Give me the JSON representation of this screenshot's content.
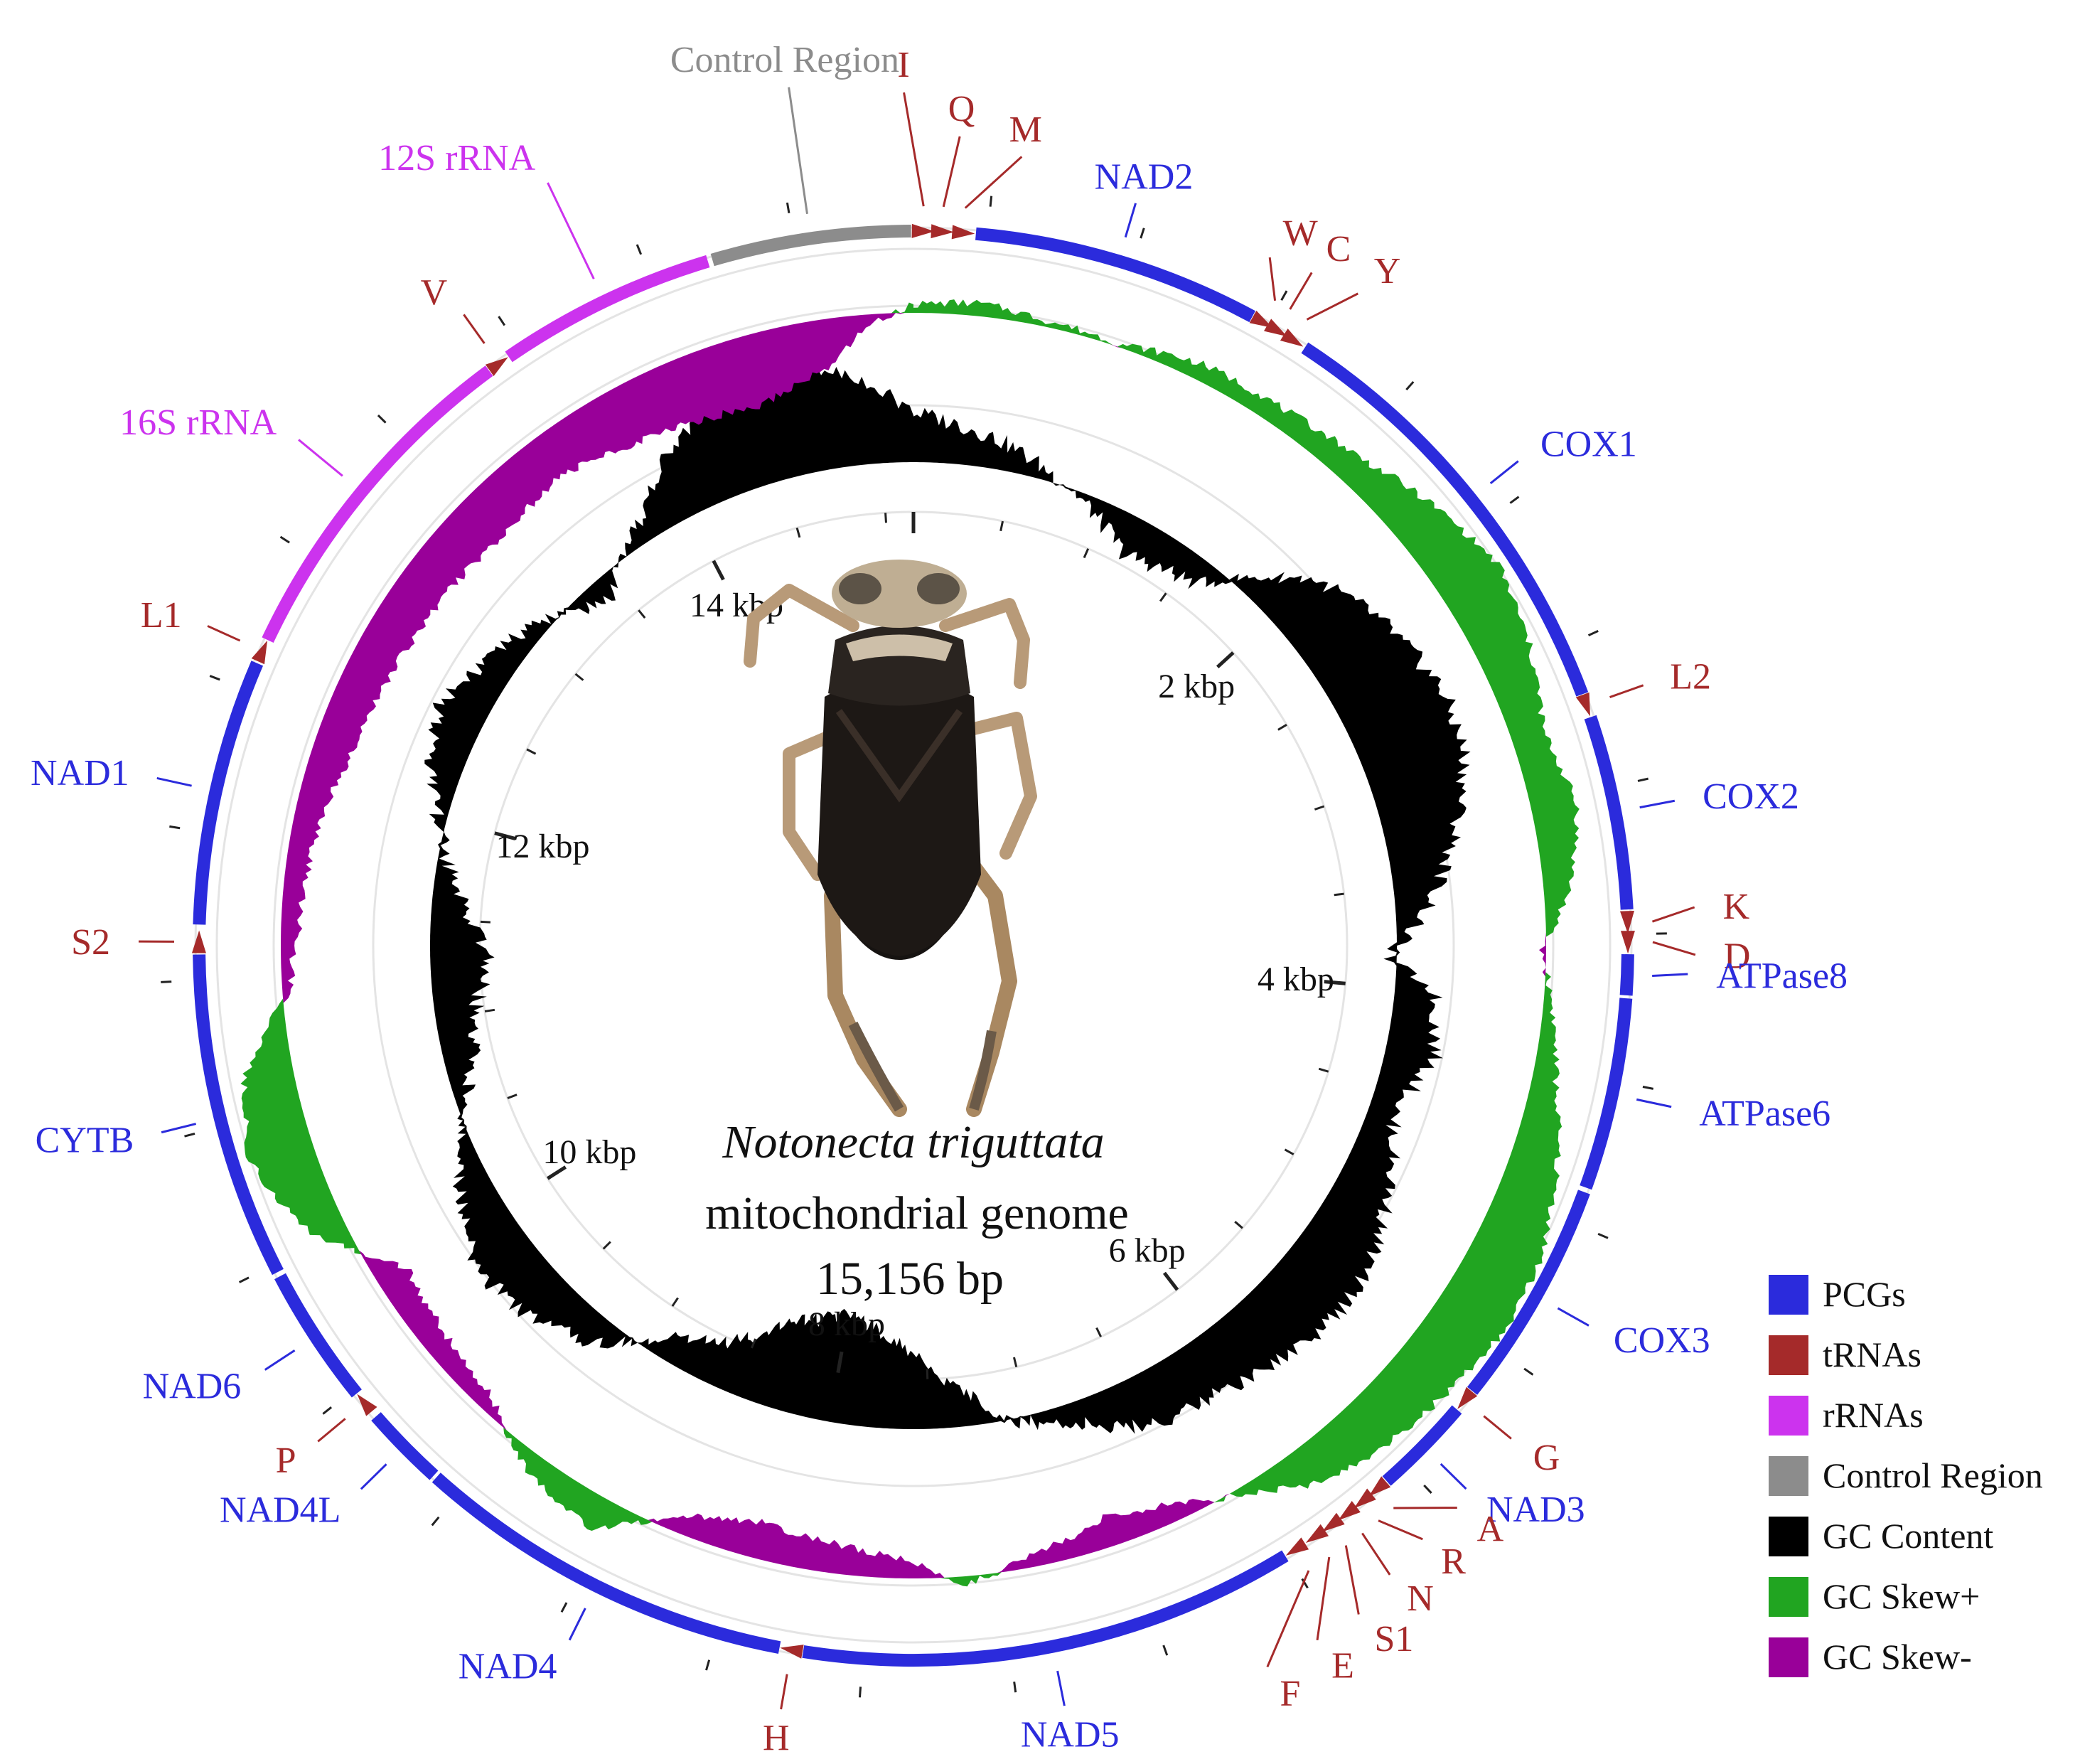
{
  "title": {
    "species": "Notonecta triguttata",
    "line2": "mitochondrial genome",
    "line3": "15,156 bp"
  },
  "genome_length": 15156,
  "colors": {
    "pcg": "#2b2bdc",
    "trna": "#a52a2a",
    "rrna": "#cc33ee",
    "control": "#8c8c8c",
    "gc_content": "#000000",
    "gc_skew_pos": "#21a521",
    "gc_skew_neg": "#990099"
  },
  "legend": [
    {
      "label": "PCGs",
      "color": "#2b2bdc"
    },
    {
      "label": "tRNAs",
      "color": "#a52a2a"
    },
    {
      "label": "rRNAs",
      "color": "#cc33ee"
    },
    {
      "label": "Control Region",
      "color": "#8c8c8c"
    },
    {
      "label": "GC Content",
      "color": "#000000"
    },
    {
      "label": "GC Skew+",
      "color": "#21a521"
    },
    {
      "label": "GC Skew-",
      "color": "#990099"
    }
  ],
  "scale_labels": [
    {
      "text": "2 kbp",
      "pos": 2000
    },
    {
      "text": "4 kbp",
      "pos": 4000
    },
    {
      "text": "6 kbp",
      "pos": 6000
    },
    {
      "text": "8 kbp",
      "pos": 8000
    },
    {
      "text": "10 kbp",
      "pos": 10000
    },
    {
      "text": "12 kbp",
      "pos": 12000
    },
    {
      "text": "14 kbp",
      "pos": 14000
    }
  ],
  "features": [
    {
      "label": "I",
      "type": "trna",
      "start": 0,
      "end": 66
    },
    {
      "label": "Q",
      "type": "trna",
      "start": 64,
      "end": 132
    },
    {
      "label": "M",
      "type": "trna",
      "start": 136,
      "end": 202
    },
    {
      "label": "NAD2",
      "type": "pcg",
      "start": 203,
      "end": 1200
    },
    {
      "label": "W",
      "type": "trna",
      "start": 1200,
      "end": 1265
    },
    {
      "label": "C",
      "type": "trna",
      "start": 1258,
      "end": 1320
    },
    {
      "label": "Y",
      "type": "trna",
      "start": 1322,
      "end": 1385
    },
    {
      "label": "COX1",
      "type": "pcg",
      "start": 1390,
      "end": 2930
    },
    {
      "label": "L2",
      "type": "trna",
      "start": 2930,
      "end": 2995
    },
    {
      "label": "COX2",
      "type": "pcg",
      "start": 2996,
      "end": 3675
    },
    {
      "label": "K",
      "type": "trna",
      "start": 3676,
      "end": 3745
    },
    {
      "label": "D",
      "type": "trna",
      "start": 3745,
      "end": 3810
    },
    {
      "label": "ATPase8",
      "type": "pcg",
      "start": 3810,
      "end": 3965
    },
    {
      "label": "ATPase6",
      "type": "pcg",
      "start": 3959,
      "end": 4630
    },
    {
      "label": "COX3",
      "type": "pcg",
      "start": 4630,
      "end": 5420
    },
    {
      "label": "G",
      "type": "trna",
      "start": 5420,
      "end": 5485
    },
    {
      "label": "NAD3",
      "type": "pcg",
      "start": 5485,
      "end": 5840
    },
    {
      "label": "A",
      "type": "trna",
      "start": 5842,
      "end": 5905
    },
    {
      "label": "R",
      "type": "trna",
      "start": 5905,
      "end": 5970
    },
    {
      "label": "N",
      "type": "trna",
      "start": 5972,
      "end": 6037
    },
    {
      "label": "S1",
      "type": "trna",
      "start": 6037,
      "end": 6105
    },
    {
      "label": "E",
      "type": "trna",
      "start": 6105,
      "end": 6170
    },
    {
      "label": "F",
      "type": "trna",
      "start": 6185,
      "end": 6250
    },
    {
      "label": "NAD5",
      "type": "pcg",
      "start": 6250,
      "end": 7960
    },
    {
      "label": "H",
      "type": "trna",
      "start": 7960,
      "end": 8025
    },
    {
      "label": "NAD4",
      "type": "pcg",
      "start": 8025,
      "end": 9350
    },
    {
      "label": "NAD4L",
      "type": "pcg",
      "start": 9345,
      "end": 9640
    },
    {
      "label": "P",
      "type": "trna",
      "start": 9660,
      "end": 9725
    },
    {
      "label": "NAD6",
      "type": "pcg",
      "start": 9725,
      "end": 10215
    },
    {
      "label": "CYTB",
      "type": "pcg",
      "start": 10215,
      "end": 11345
    },
    {
      "label": "S2",
      "type": "trna",
      "start": 11345,
      "end": 11415
    },
    {
      "label": "NAD1",
      "type": "pcg",
      "start": 11430,
      "end": 12355
    },
    {
      "label": "L1",
      "type": "trna",
      "start": 12360,
      "end": 12425
    },
    {
      "label": "16S rRNA",
      "type": "rrna",
      "start": 12425,
      "end": 13630
    },
    {
      "label": "V",
      "type": "trna",
      "start": 13630,
      "end": 13695
    },
    {
      "label": "12S rRNA",
      "type": "rrna",
      "start": 13695,
      "end": 14460
    },
    {
      "label": "Control Region",
      "type": "control",
      "start": 14460,
      "end": 15156
    }
  ],
  "gc_content_profile": [
    [
      0,
      0.1
    ],
    [
      400,
      0.06
    ],
    [
      800,
      0.0
    ],
    [
      1200,
      -0.08
    ],
    [
      1600,
      -0.05
    ],
    [
      2000,
      0.12
    ],
    [
      2300,
      0.17
    ],
    [
      2700,
      0.21
    ],
    [
      3000,
      0.2
    ],
    [
      3300,
      0.14
    ],
    [
      3600,
      0.07
    ],
    [
      3850,
      -0.02
    ],
    [
      4000,
      0.08
    ],
    [
      4300,
      0.1
    ],
    [
      4600,
      0.05
    ],
    [
      4900,
      0.1
    ],
    [
      5200,
      0.14
    ],
    [
      5500,
      0.16
    ],
    [
      5800,
      0.14
    ],
    [
      6100,
      0.12
    ],
    [
      6500,
      0.1
    ],
    [
      6800,
      0.04
    ],
    [
      7100,
      0.0
    ],
    [
      7400,
      -0.1
    ],
    [
      7700,
      -0.18
    ],
    [
      8000,
      -0.22
    ],
    [
      8300,
      -0.18
    ],
    [
      8600,
      -0.1
    ],
    [
      8900,
      -0.05
    ],
    [
      9200,
      0.05
    ],
    [
      9500,
      0.1
    ],
    [
      9800,
      0.12
    ],
    [
      10100,
      0.08
    ],
    [
      10400,
      0.02
    ],
    [
      10700,
      -0.05
    ],
    [
      11000,
      -0.08
    ],
    [
      11300,
      -0.12
    ],
    [
      11600,
      -0.06
    ],
    [
      11900,
      0.0
    ],
    [
      12200,
      0.06
    ],
    [
      12500,
      0.1
    ],
    [
      12800,
      0.06
    ],
    [
      13100,
      0.02
    ],
    [
      13400,
      -0.05
    ],
    [
      13700,
      0.02
    ],
    [
      14000,
      0.12
    ],
    [
      14300,
      0.2
    ],
    [
      14600,
      0.24
    ],
    [
      14900,
      0.18
    ],
    [
      15156,
      0.1
    ]
  ],
  "gc_skew_profile": [
    [
      0,
      0.05
    ],
    [
      250,
      0.08
    ],
    [
      500,
      0.04
    ],
    [
      800,
      0.02
    ],
    [
      1100,
      0.1
    ],
    [
      1500,
      0.12
    ],
    [
      1800,
      0.18
    ],
    [
      2100,
      0.3
    ],
    [
      2400,
      0.4
    ],
    [
      2700,
      0.32
    ],
    [
      3000,
      0.2
    ],
    [
      3300,
      0.28
    ],
    [
      3600,
      0.15
    ],
    [
      3800,
      -0.03
    ],
    [
      4000,
      0.05
    ],
    [
      4300,
      0.15
    ],
    [
      4600,
      0.3
    ],
    [
      4900,
      0.42
    ],
    [
      5200,
      0.44
    ],
    [
      5500,
      0.38
    ],
    [
      5800,
      0.32
    ],
    [
      6000,
      0.26
    ],
    [
      6200,
      0.1
    ],
    [
      6500,
      -0.1
    ],
    [
      6800,
      -0.18
    ],
    [
      7100,
      -0.08
    ],
    [
      7400,
      0.06
    ],
    [
      7600,
      -0.12
    ],
    [
      7900,
      -0.18
    ],
    [
      8200,
      -0.22
    ],
    [
      8500,
      -0.12
    ],
    [
      8800,
      0.2
    ],
    [
      9100,
      0.12
    ],
    [
      9400,
      -0.1
    ],
    [
      9700,
      -0.15
    ],
    [
      10000,
      -0.2
    ],
    [
      10300,
      0.22
    ],
    [
      10600,
      0.4
    ],
    [
      10900,
      0.3
    ],
    [
      11200,
      -0.05
    ],
    [
      11500,
      -0.12
    ],
    [
      11800,
      -0.15
    ],
    [
      12100,
      -0.22
    ],
    [
      12400,
      -0.26
    ],
    [
      12700,
      -0.28
    ],
    [
      13000,
      -0.3
    ],
    [
      13300,
      -0.32
    ],
    [
      13600,
      -0.28
    ],
    [
      13900,
      -0.35
    ],
    [
      14200,
      -0.4
    ],
    [
      14500,
      -0.44
    ],
    [
      14800,
      -0.3
    ],
    [
      15000,
      -0.05
    ],
    [
      15156,
      0.05
    ]
  ]
}
